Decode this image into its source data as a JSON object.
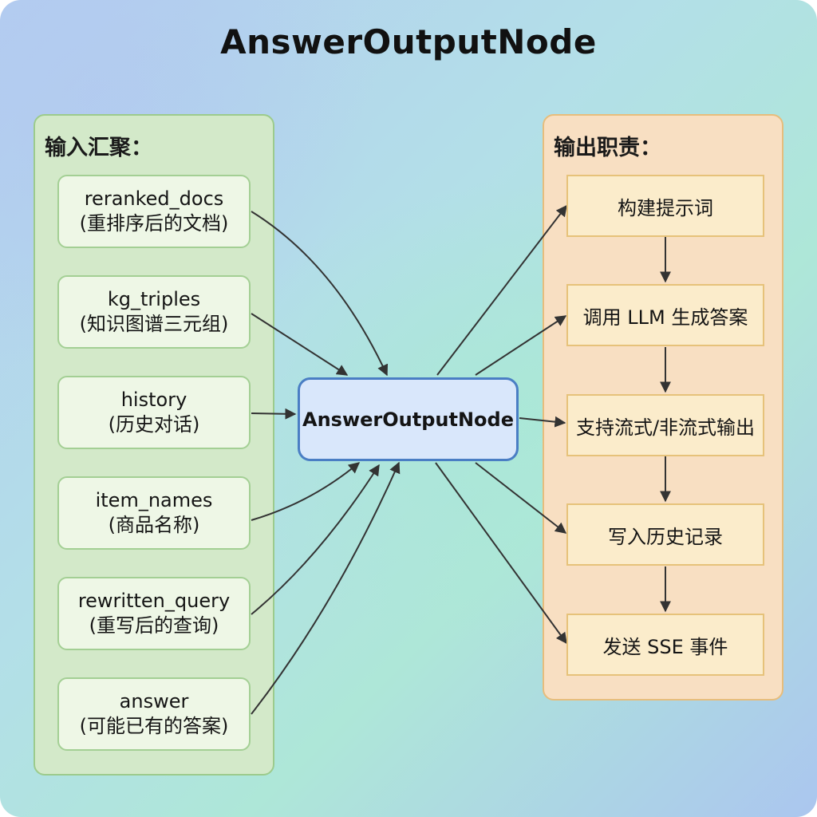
{
  "title": "AnswerOutputNode",
  "center_node": {
    "label": "AnswerOutputNode"
  },
  "inputs": {
    "heading": "输入汇聚：",
    "items": [
      {
        "name": "reranked_docs",
        "desc": "(重排序后的文档)"
      },
      {
        "name": "kg_triples",
        "desc": "(知识图谱三元组)"
      },
      {
        "name": "history",
        "desc": "(历史对话)"
      },
      {
        "name": "item_names",
        "desc": "(商品名称)"
      },
      {
        "name": "rewritten_query",
        "desc": "(重写后的查询)"
      },
      {
        "name": "answer",
        "desc": "(可能已有的答案)"
      }
    ]
  },
  "outputs": {
    "heading": "输出职责：",
    "items": [
      {
        "label": "构建提示词"
      },
      {
        "label": "调用 LLM 生成答案"
      },
      {
        "label": "支持流式/非流式输出"
      },
      {
        "label": "写入历史记录"
      },
      {
        "label": "发送 SSE 事件"
      }
    ]
  },
  "colors": {
    "input_panel": "#d3e9c9",
    "output_panel": "#f8dfc2",
    "center_border": "#4a7ec4",
    "edge": "#333333"
  }
}
